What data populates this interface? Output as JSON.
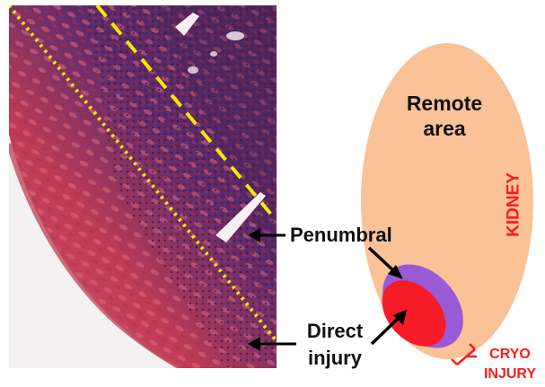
{
  "labels": {
    "remote_area": "Remote\narea",
    "penumbral": "Penumbral",
    "direct_injury": "Direct\ninjury",
    "kidney": "KIDNEY",
    "cryo_injury": "CRYO\nINJURY"
  },
  "colors": {
    "kidney_fill": "#f9c297",
    "penumbral_fill": "#9a5ad6",
    "direct_injury_fill": "#f51c28",
    "callout_red": "#ff1a1a",
    "dash_yellow": "#f5e800",
    "tissue_pink": "#c94a5e",
    "tissue_purple": "#5d2a6b",
    "arrow_black": "#000000"
  },
  "icons": {
    "histology": "histology-micrograph-image",
    "pointer": "black-arrow"
  }
}
